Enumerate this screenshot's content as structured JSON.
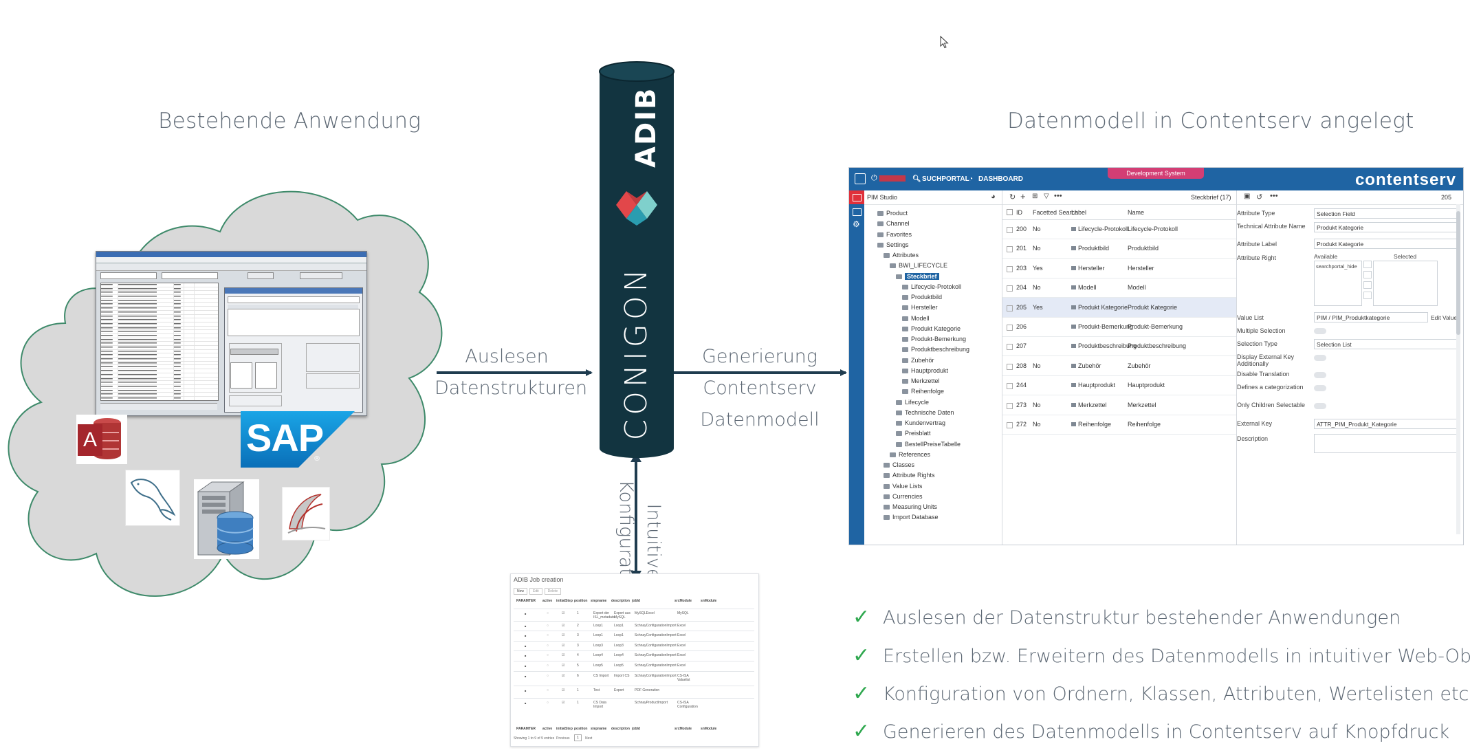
{
  "titles": {
    "left": "Bestehende Anwendung",
    "right": "Datenmodell in Contentserv angelegt"
  },
  "column": {
    "brand": "CONIGON",
    "product": "ADIB"
  },
  "flows": {
    "left_line1": "Auslesen",
    "left_line2": "Datenstrukturen",
    "right_line1": "Generierung",
    "right_line2": "Contentserv",
    "right_line3": "Datenmodell",
    "down_line1": "Intuitive",
    "down_line2": "Konfiguration"
  },
  "logos": {
    "access": "A",
    "sap": "SAP"
  },
  "contentserv": {
    "brand": "contentserv",
    "env_badge": "Development System",
    "nav": [
      "SUCHPORTAL",
      "DASHBOARD"
    ],
    "tree_header": "PIM Studio",
    "tree": [
      {
        "label": "Product",
        "indent": 1
      },
      {
        "label": "Channel",
        "indent": 1
      },
      {
        "label": "Favorites",
        "indent": 1
      },
      {
        "label": "Settings",
        "indent": 1
      },
      {
        "label": "Attributes",
        "indent": 2
      },
      {
        "label": "BWI_LIFECYCLE",
        "indent": 3
      },
      {
        "label": "Steckbrief",
        "indent": 4,
        "selected": true
      },
      {
        "label": "Lifecycle-Protokoll",
        "indent": 5
      },
      {
        "label": "Produktbild",
        "indent": 5
      },
      {
        "label": "Hersteller",
        "indent": 5
      },
      {
        "label": "Modell",
        "indent": 5
      },
      {
        "label": "Produkt Kategorie",
        "indent": 5
      },
      {
        "label": "Produkt-Bemerkung",
        "indent": 5
      },
      {
        "label": "Produktbeschreibung",
        "indent": 5
      },
      {
        "label": "Zubehör",
        "indent": 5
      },
      {
        "label": "Hauptprodukt",
        "indent": 5
      },
      {
        "label": "Merkzettel",
        "indent": 5
      },
      {
        "label": "Reihenfolge",
        "indent": 5
      },
      {
        "label": "Lifecycle",
        "indent": 4
      },
      {
        "label": "Technische Daten",
        "indent": 4
      },
      {
        "label": "Kundenvertrag",
        "indent": 4
      },
      {
        "label": "Preisblatt",
        "indent": 4
      },
      {
        "label": "BestellPreiseTabelle",
        "indent": 4
      },
      {
        "label": "References",
        "indent": 3
      },
      {
        "label": "Classes",
        "indent": 2
      },
      {
        "label": "Attribute Rights",
        "indent": 2
      },
      {
        "label": "Value Lists",
        "indent": 2
      },
      {
        "label": "Currencies",
        "indent": 2
      },
      {
        "label": "Measuring Units",
        "indent": 2
      },
      {
        "label": "Import Database",
        "indent": 2
      }
    ],
    "list_title": "Steckbrief (17)",
    "list_headers": [
      "ID",
      "Facetted Search",
      "Label",
      "Name"
    ],
    "list_rows": [
      {
        "id": "200",
        "fs": "No",
        "label": "Lifecycle-Protokoll",
        "name": "Lifecycle-Protokoll"
      },
      {
        "id": "201",
        "fs": "No",
        "label": "Produktbild",
        "name": "Produktbild"
      },
      {
        "id": "203",
        "fs": "Yes",
        "label": "Hersteller",
        "name": "Hersteller"
      },
      {
        "id": "204",
        "fs": "No",
        "label": "Modell",
        "name": "Modell"
      },
      {
        "id": "205",
        "fs": "Yes",
        "label": "Produkt Kategorie",
        "name": "Produkt Kategorie",
        "selected": true
      },
      {
        "id": "206",
        "fs": "",
        "label": "Produkt-Bemerkung",
        "name": "Produkt-Bemerkung"
      },
      {
        "id": "207",
        "fs": "",
        "label": "Produktbeschreibung",
        "name": "Produktbeschreibung"
      },
      {
        "id": "208",
        "fs": "No",
        "label": "Zubehör",
        "name": "Zubehör"
      },
      {
        "id": "244",
        "fs": "",
        "label": "Hauptprodukt",
        "name": "Hauptprodukt"
      },
      {
        "id": "273",
        "fs": "No",
        "label": "Merkzettel",
        "name": "Merkzettel"
      },
      {
        "id": "272",
        "fs": "No",
        "label": "Reihenfolge",
        "name": "Reihenfolge"
      }
    ],
    "props_id": "205",
    "props": {
      "attribute_type_label": "Attribute Type",
      "attribute_type_value": "Selection Field",
      "tech_name_label": "Technical Attribute Name",
      "tech_name_value": "Produkt Kategorie",
      "attr_label_label": "Attribute Label",
      "attr_label_value": "Produkt Kategorie",
      "attr_right_label": "Attribute Right",
      "available_label": "Available",
      "selected_label": "Selected",
      "available_item": "searchportal_hide",
      "value_list_label": "Value List",
      "value_list_value": "PIM / PIM_Produktkategorie",
      "edit_values": "Edit Values",
      "multiple_label": "Multiple Selection",
      "selection_type_label": "Selection Type",
      "selection_type_value": "Selection List",
      "display_ext_label": "Display External Key Additionally",
      "disable_trans_label": "Disable Translation",
      "defines_cat_label": "Defines a categorization",
      "only_children_label": "Only Children Selectable",
      "external_key_label": "External Key",
      "external_key_value": "ATTR_PIM_Produkt_Kategorie",
      "description_label": "Description"
    }
  },
  "adib_job": {
    "title": "ADIB Job creation",
    "buttons": [
      "New",
      "Edit",
      "Delete"
    ],
    "headers": [
      "PARAMTER",
      "active",
      "initialStep",
      "position",
      "stepname",
      "description",
      "jobId",
      "srcModule",
      "snModule"
    ],
    "rows": [
      [
        "1",
        "Export der ISL_metadata",
        "Export aus MySQL",
        "MySQLExcel",
        "MySQL"
      ],
      [
        "2",
        "Loop1",
        "Loop1",
        "SchnayConfigurationImport",
        "Excel"
      ],
      [
        "3",
        "Loop1",
        "Loop1",
        "SchnayConfigurationImport",
        "Excel"
      ],
      [
        "3",
        "Loop3",
        "Loop3",
        "SchnayConfigurationImport",
        "Excel"
      ],
      [
        "4",
        "Loop4",
        "Loop4",
        "SchnayConfigurationImport",
        "Excel"
      ],
      [
        "5",
        "Loop5",
        "Loop5",
        "SchnayConfigurationImport",
        "Excel"
      ],
      [
        "6",
        "CS Import",
        "Import CS",
        "SchnayConfigurationImport",
        "CS-ISA Valuelist"
      ],
      [
        "1",
        "Test",
        "Export",
        "PDF Generation",
        ""
      ],
      [
        "1",
        "CS Data Import",
        "",
        "SchnayProductImport",
        "CS-ISA Configuration"
      ]
    ],
    "footer": "Showing 1 to 9 of 9 entries",
    "prev": "Previous",
    "page": "1",
    "next": "Next"
  },
  "checklist": [
    "Auslesen der Datenstruktur bestehender Anwendungen",
    "Erstellen bzw. Erweitern des Datenmodells in intuitiver Web-Oberfäche",
    "Konfiguration von Ordnern, Klassen, Attributen, Wertelisten etc.",
    "Generieren des Datenmodells in Contentserv auf Knopfdruck"
  ]
}
